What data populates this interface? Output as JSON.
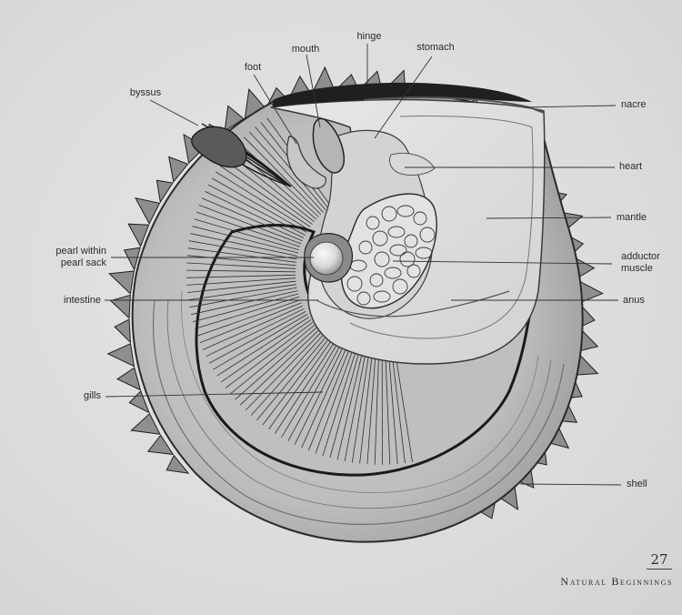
{
  "labels": {
    "hinge": "hinge",
    "mouth": "mouth",
    "stomach": "stomach",
    "foot": "foot",
    "byssus": "byssus",
    "nacre": "nacre",
    "heart": "heart",
    "mantle": "mantle",
    "pearl_line1": "pearl within",
    "pearl_line2": "pearl sack",
    "adductor_line1": "adductor",
    "adductor_line2": "muscle",
    "intestine": "intestine",
    "anus": "anus",
    "gills": "gills",
    "shell": "shell"
  },
  "footer": {
    "page_number": "27",
    "running_head": "Natural Beginnings"
  },
  "colors": {
    "ink": "#1e1e1e",
    "paper": "#dcdcdc",
    "tissue": "#c9c9c9",
    "mantle_light": "#e4e4e4"
  }
}
